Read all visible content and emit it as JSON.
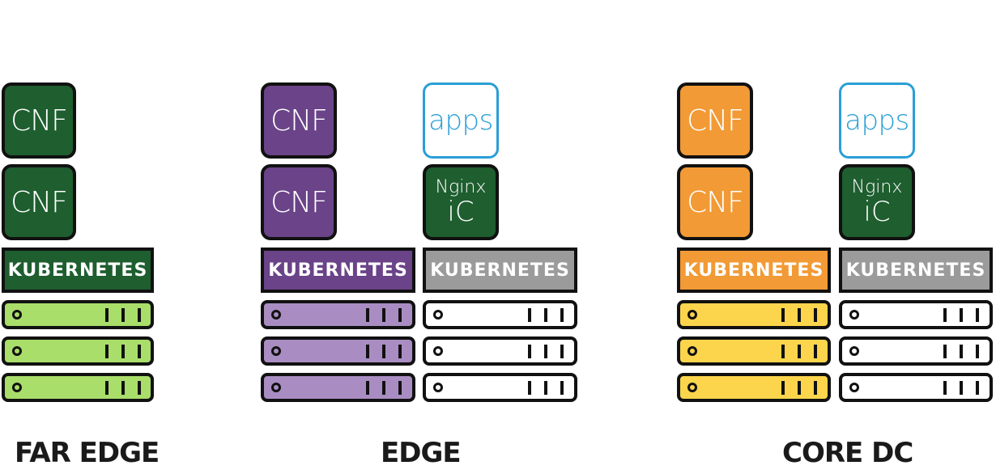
{
  "colors": {
    "far_edge": {
      "dark": "#1e5e2f",
      "light": "#a9de6a"
    },
    "edge": {
      "dark": "#6a4388",
      "light": "#a98dc2"
    },
    "core": {
      "dark": "#f29a35",
      "light": "#fcd54c"
    },
    "platform_gray": "#9b9b9b",
    "apps_blue": "#2a9fd6",
    "nginx_green": "#1e5e2f"
  },
  "far_edge": {
    "label": "FAR EDGE",
    "cnf_1": "CNF",
    "cnf_2": "CNF",
    "kubernetes": "KUBERNETES"
  },
  "edge": {
    "label": "EDGE",
    "cnf_1": "CNF",
    "cnf_2": "CNF",
    "kubernetes_left": "KUBERNETES",
    "apps": "apps",
    "nginx_line1": "Nginx",
    "nginx_line2": "iC",
    "kubernetes_right": "KUBERNETES"
  },
  "core_dc": {
    "label": "CORE DC",
    "cnf_1": "CNF",
    "cnf_2": "CNF",
    "kubernetes_left": "KUBERNETES",
    "apps": "apps",
    "nginx_line1": "Nginx",
    "nginx_line2": "iC",
    "kubernetes_right": "KUBERNETES"
  }
}
